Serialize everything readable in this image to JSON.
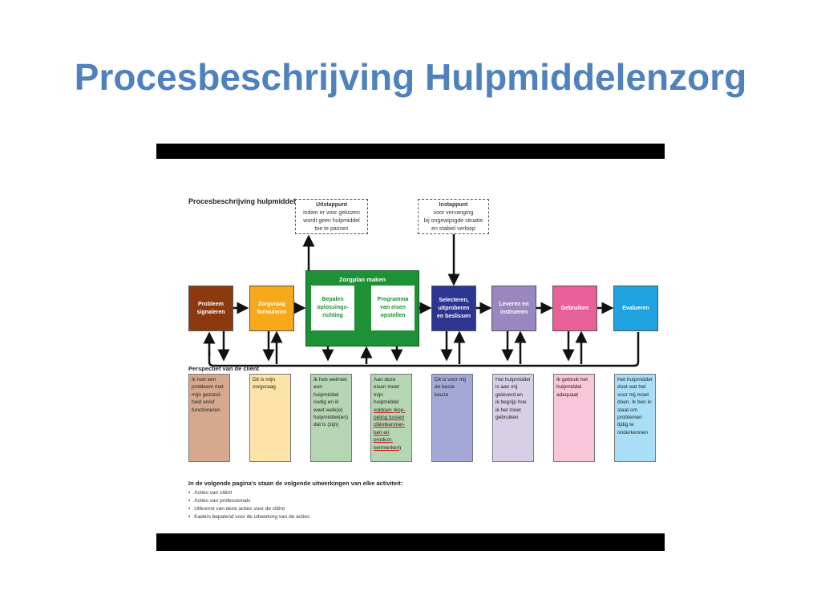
{
  "slide": {
    "title": "Procesbeschrijving Hulpmiddelenzorg"
  },
  "figure": {
    "heading": "Procesbeschrijving hulpmiddelenzorg",
    "uitstap": {
      "title": "Uitstappunt",
      "lines": [
        "indien er voor gekozen",
        "wordt geen hulpmiddel",
        "toe te passen"
      ]
    },
    "instap": {
      "title": "Instappunt",
      "lines": [
        "voor vervanging",
        "bij ongewijzigde situatie",
        "en stabiel verloop"
      ]
    },
    "steps": [
      {
        "lines": [
          "Probleem",
          "signaleren"
        ],
        "color": "#8b3a0f"
      },
      {
        "lines": [
          "Zorgvraag",
          "formuleren"
        ],
        "color": "#f7a81b"
      },
      {
        "lines": [
          "Selecteren,",
          "uitproberen",
          "en beslissen"
        ],
        "color": "#2c3590"
      },
      {
        "lines": [
          "Leveren en",
          "instrueren"
        ],
        "color": "#9b87c0"
      },
      {
        "lines": [
          "Gebruiken"
        ],
        "color": "#e8609a"
      },
      {
        "lines": [
          "Evalueren"
        ],
        "color": "#1fa2e0"
      }
    ],
    "zorgplan": {
      "title": "Zorgplan maken",
      "color": "#1e9137",
      "sub": [
        {
          "lines": [
            "Bepalen",
            "oplossings-",
            "richting"
          ]
        },
        {
          "lines": [
            "Programma",
            "van eisen",
            "opstellen"
          ]
        }
      ]
    },
    "perspective_heading": "Perspectief van de cliënt",
    "perspective": [
      {
        "lines": [
          "Ik heb een",
          "probleem met",
          "mijn gezond-",
          "heid en/of",
          "functioneren"
        ],
        "color": "#d6a98e"
      },
      {
        "lines": [
          "Dit is mijn",
          "zorgvraag"
        ],
        "color": "#fde3a7"
      },
      {
        "lines": [
          "Ik heb wel/niet",
          "een hulpmiddel",
          "nodig en ik",
          "weet welk(e)",
          "hulpmiddel(en)",
          "dat is (zijn)"
        ],
        "color": "#b5d6b2"
      },
      {
        "lines": [
          "Aan deze",
          "eisen moet",
          "mijn hulpmiddel",
          "voldoen (kop-",
          "peling tussen",
          "cliëntkenmer-",
          "ken en product-",
          "kenmerken)"
        ],
        "color": "#b5d6b2"
      },
      {
        "lines": [
          "Dit is voor mij",
          "de beste keuze"
        ],
        "color": "#a4a8d6"
      },
      {
        "lines": [
          "Het hulpmiddel",
          "is aan mij",
          "geleverd en",
          "ik begrijp hoe",
          "ik het moet",
          "gebruiken"
        ],
        "color": "#d6cfe6"
      },
      {
        "lines": [
          "Ik gebruik het",
          "hulpmiddel",
          "adequaat"
        ],
        "color": "#f9c5d8"
      },
      {
        "lines": [
          "Het hulpmiddel",
          "doet wat het",
          "voor mij moet",
          "doen. Ik ben in",
          "staat om",
          "problemen",
          "tijdig te",
          "onderkennen"
        ],
        "color": "#a9def6"
      }
    ],
    "footer_heading": "In de volgende pagina's staan de volgende uitwerkingen van elke activiteit:",
    "footer_items": [
      "Acties van cliënt",
      "Acties van professionals",
      "Uitkomst van deze acties voor de cliënt",
      "Kaders bepalend voor de uitwerking van de acties"
    ]
  }
}
